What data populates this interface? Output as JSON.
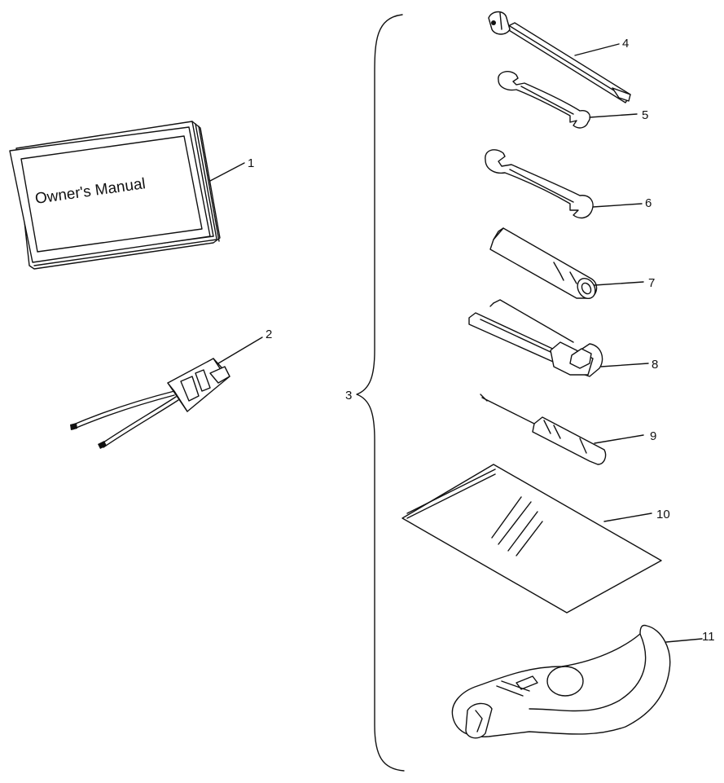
{
  "manual": {
    "title": "Owner's Manual"
  },
  "callouts": {
    "c1": "1",
    "c2": "2",
    "c3": "3",
    "c4": "4",
    "c5": "5",
    "c6": "6",
    "c7": "7",
    "c8": "8",
    "c9": "9",
    "c10": "10",
    "c11": "11"
  }
}
